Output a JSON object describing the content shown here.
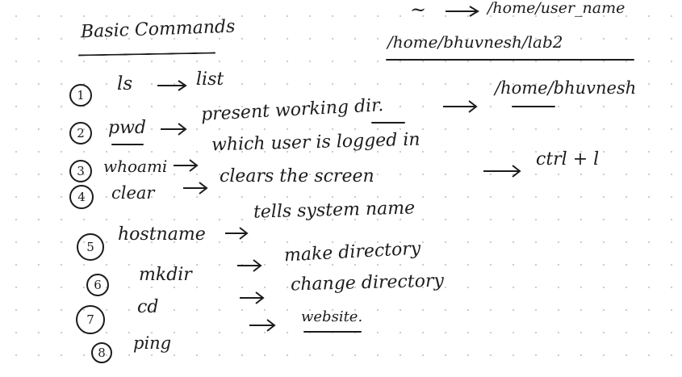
{
  "title": "Basic Commands",
  "paths": {
    "tilde": "~",
    "home_user": "/home/user_name",
    "home_bhuvnesh_lab2": "/home/bhuvnesh/lab2"
  },
  "commands": [
    {
      "number": "1",
      "name": "ls",
      "desc": "list"
    },
    {
      "number": "2",
      "name": "pwd",
      "desc": "present working dir.",
      "extra": "/home/bhuvnesh"
    },
    {
      "number": "3",
      "name": "whoami",
      "desc": "which user is logged in"
    },
    {
      "number": "4",
      "name": "clear",
      "desc": "clears the screen",
      "extra": "ctrl + l"
    },
    {
      "number": "5",
      "name": "hostname",
      "desc": "tells system name"
    },
    {
      "number": "6",
      "name": "mkdir",
      "desc": "make directory"
    },
    {
      "number": "7",
      "name": "cd",
      "desc": "change directory"
    },
    {
      "number": "8",
      "name": "ping",
      "desc": "website."
    }
  ]
}
